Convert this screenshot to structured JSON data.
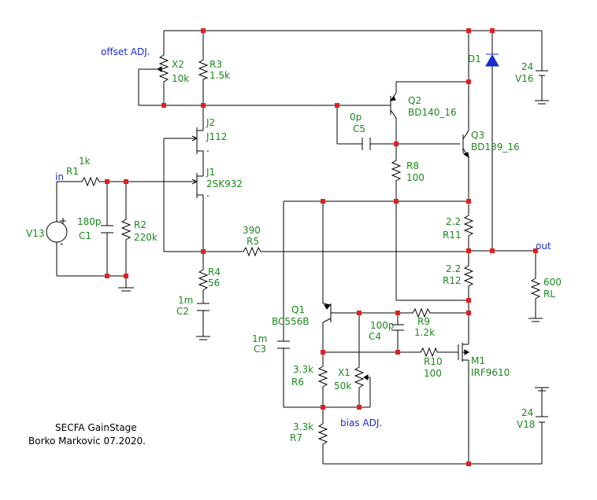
{
  "annotations": {
    "offset": "offset ADJ.",
    "bias": "bias ADJ.",
    "in": "in",
    "out": "out",
    "title": "SECFA GainStage",
    "author": "Borko Markovic 07.2020."
  },
  "components": [
    {
      "id": "X2",
      "name": "X2",
      "value": "10k"
    },
    {
      "id": "R3",
      "name": "R3",
      "value": "1.5k"
    },
    {
      "id": "J2",
      "name": "J2",
      "value": "J112"
    },
    {
      "id": "J1",
      "name": "J1",
      "value": "2SK932"
    },
    {
      "id": "R1",
      "name": "R1",
      "value": "1k"
    },
    {
      "id": "C1",
      "name": "C1",
      "value": "180p"
    },
    {
      "id": "R2",
      "name": "R2",
      "value": "220k"
    },
    {
      "id": "V13",
      "name": "V13",
      "value": ""
    },
    {
      "id": "R4",
      "name": "R4",
      "value": "56"
    },
    {
      "id": "C2",
      "name": "C2",
      "value": "1m"
    },
    {
      "id": "R5",
      "name": "R5",
      "value": "390"
    },
    {
      "id": "C5",
      "name": "C5",
      "value": "0p"
    },
    {
      "id": "Q2",
      "name": "Q2",
      "value": "BD140_16"
    },
    {
      "id": "Q3",
      "name": "Q3",
      "value": "BD139_16"
    },
    {
      "id": "R8",
      "name": "R8",
      "value": "100"
    },
    {
      "id": "D1",
      "name": "D1",
      "value": ""
    },
    {
      "id": "V16",
      "name": "V16",
      "value": "24"
    },
    {
      "id": "R11",
      "name": "R11",
      "value": "2.2"
    },
    {
      "id": "R12",
      "name": "R12",
      "value": "2.2"
    },
    {
      "id": "RL",
      "name": "RL",
      "value": "600"
    },
    {
      "id": "C3",
      "name": "C3",
      "value": "1m"
    },
    {
      "id": "Q1",
      "name": "Q1",
      "value": "BC556B"
    },
    {
      "id": "C4",
      "name": "C4",
      "value": "100p"
    },
    {
      "id": "R9",
      "name": "R9",
      "value": "1.2k"
    },
    {
      "id": "R10",
      "name": "R10",
      "value": "100"
    },
    {
      "id": "M1",
      "name": "M1",
      "value": "IRF9610"
    },
    {
      "id": "R6",
      "name": "R6",
      "value": "3.3k"
    },
    {
      "id": "X1",
      "name": "X1",
      "value": "50k"
    },
    {
      "id": "R7",
      "name": "R7",
      "value": "3.3k"
    },
    {
      "id": "V18",
      "name": "V18",
      "value": "24"
    }
  ],
  "colors": {
    "wire": "#000000",
    "label": "#1a8a1a",
    "annotation": "#1a2ccf",
    "node": "#e02020",
    "background": "#ffffff"
  }
}
